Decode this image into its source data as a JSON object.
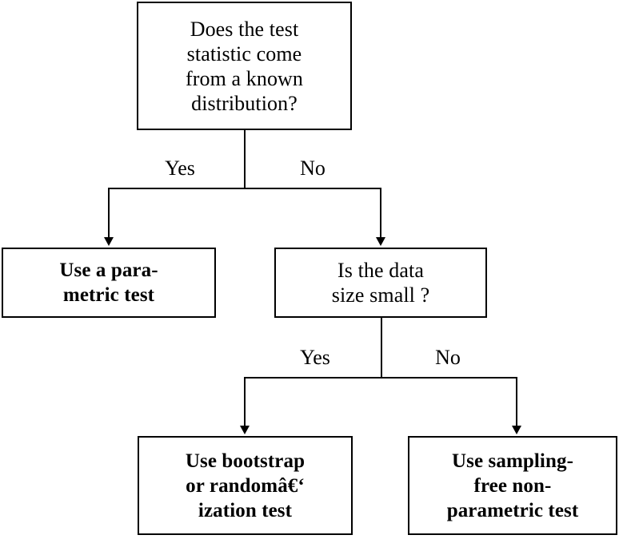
{
  "diagram": {
    "type": "flowchart",
    "title": "Statistical test selection decision tree",
    "colors": {
      "stroke": "#000000",
      "fill": "#ffffff",
      "text": "#000000"
    },
    "nodes": [
      {
        "id": "root",
        "kind": "decision",
        "lines": [
          "Does the test",
          "statistic come",
          "from a known",
          "distribution?"
        ]
      },
      {
        "id": "parametric",
        "kind": "terminal",
        "lines": [
          "Use a para-",
          "metric test"
        ]
      },
      {
        "id": "size",
        "kind": "decision",
        "lines": [
          "Is the data",
          "size small ?"
        ]
      },
      {
        "id": "bootstrap",
        "kind": "terminal",
        "lines": [
          "Use bootstrap",
          "or randomâ€‘",
          "ization test"
        ]
      },
      {
        "id": "nonparametric",
        "kind": "terminal",
        "lines": [
          "Use sampling-",
          "free non-",
          "parametric test"
        ]
      }
    ],
    "edges": [
      {
        "id": "root-yes",
        "from": "root",
        "to": "parametric",
        "label": "Yes"
      },
      {
        "id": "root-no",
        "from": "root",
        "to": "size",
        "label": "No"
      },
      {
        "id": "size-yes",
        "from": "size",
        "to": "bootstrap",
        "label": "Yes"
      },
      {
        "id": "size-no",
        "from": "size",
        "to": "nonparametric",
        "label": "No"
      }
    ]
  }
}
